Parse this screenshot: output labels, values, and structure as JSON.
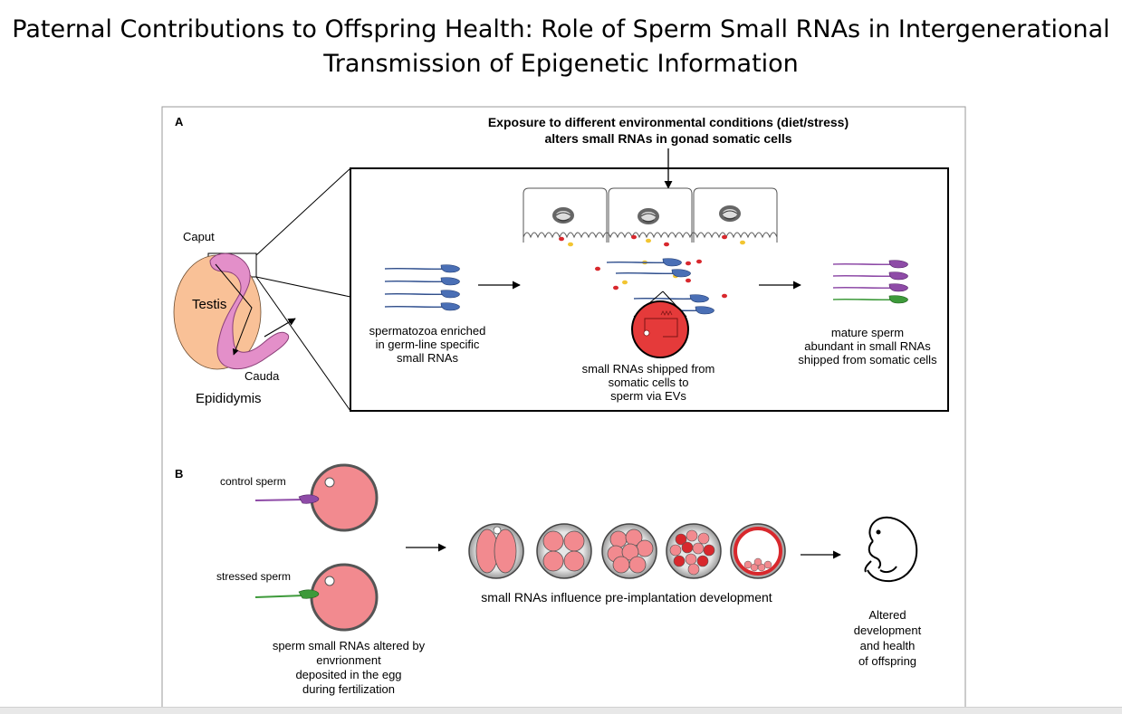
{
  "slide": {
    "title_line1": "Paternal Contributions to Offspring Health: Role of Sperm Small RNAs in Intergenerational",
    "title_line2": "Transmission of Epigenetic Information"
  },
  "panel_a": {
    "label": "A",
    "exposure_line1": "Exposure to different environmental conditions (diet/stress)",
    "exposure_line2": "alters small RNAs in gonad somatic cells",
    "caput": "Caput",
    "testis": "Testis",
    "cauda": "Cauda",
    "epididymis": "Epididymis",
    "spermatozoa_line1": "spermatozoa enriched",
    "spermatozoa_line2": "in germ-line specific",
    "spermatozoa_line3": "small RNAs",
    "shipped_line1": "small RNAs shipped from",
    "shipped_line2": "somatic cells to",
    "shipped_line3": "sperm via EVs",
    "mature_line1": "mature sperm",
    "mature_line2": "abundant in small RNAs",
    "mature_line3": "shipped from somatic cells"
  },
  "panel_b": {
    "label": "B",
    "control_sperm": "control sperm",
    "stressed_sperm": "stressed sperm",
    "altered_line1": "sperm small RNAs altered by",
    "altered_line2": "envrionment",
    "altered_line3": "deposited in the egg",
    "altered_line4": "during fertilization",
    "preimplant": "small RNAs influence pre-implantation development",
    "offspring_line1": "Altered",
    "offspring_line2": "development",
    "offspring_line3": "and health",
    "offspring_line4": "of offspring"
  },
  "colors": {
    "testis": "#f9c197",
    "epididymis": "#e38fc9",
    "sperm_blue": "#4a6fb5",
    "sperm_purple": "#8e4ba7",
    "sperm_green": "#3d9a3a",
    "egg": "#f28a8f",
    "ev_red": "#d8282d",
    "ev_yellow": "#f2c531"
  }
}
